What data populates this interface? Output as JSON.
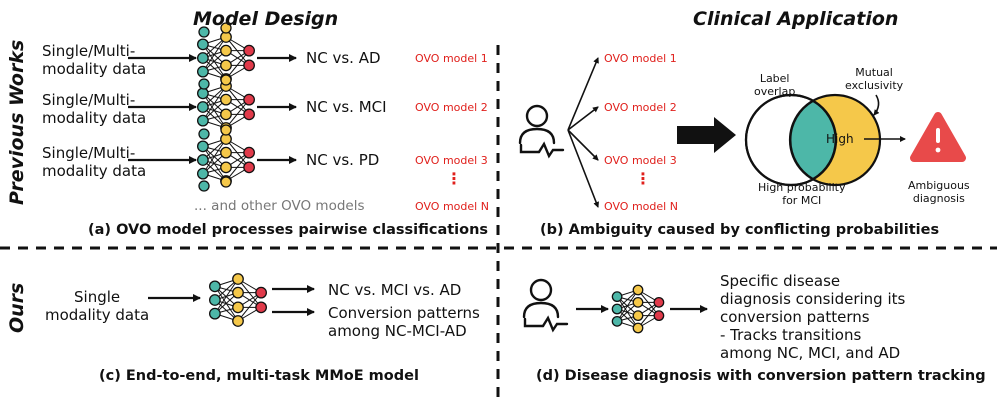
{
  "headers": {
    "model_design": "Model Design",
    "clinical_application": "Clinical Application"
  },
  "side_labels": {
    "previous": "Previous Works",
    "ours": "Ours"
  },
  "panel_a": {
    "inputs": [
      "Single/Multi-\nmodality data",
      "Single/Multi-\nmodality data",
      "Single/Multi-\nmodality data"
    ],
    "outputs": [
      "NC vs. AD",
      "NC vs. MCI",
      "NC vs. PD"
    ],
    "models": [
      "OVO model 1",
      "OVO model 2",
      "OVO model 3",
      "OVO model N"
    ],
    "other": "... and other OVO models",
    "caption": "(a) OVO model processes pairwise classifications"
  },
  "panel_b": {
    "models": [
      "OVO model 1",
      "OVO model 2",
      "OVO model 3",
      "OVO model N"
    ],
    "label_overlap": "Label\noverlap",
    "mutual_exclusivity": "Mutual\nexclusivity",
    "high": "High",
    "high_prob": "High probability\nfor MCI",
    "ambiguous": "Ambiguous\ndiagnosis",
    "caption": "(b) Ambiguity caused by conflicting probabilities"
  },
  "panel_c": {
    "input": "Single\nmodality data",
    "output1": "NC vs. MCI vs. AD",
    "output2": "Conversion patterns\namong NC-MCI-AD",
    "caption": "(c) End-to-end, multi-task MMoE model"
  },
  "panel_d": {
    "text": "Specific disease\ndiagnosis considering its\nconversion patterns\n- Tracks transitions\namong NC, MCI, and AD",
    "caption": "(d) Disease diagnosis with conversion pattern tracking"
  },
  "colors": {
    "teal": "#4db7a8",
    "yellow": "#f5c84a",
    "red": "#e03a4a",
    "ovo_red": "#e0201c"
  }
}
